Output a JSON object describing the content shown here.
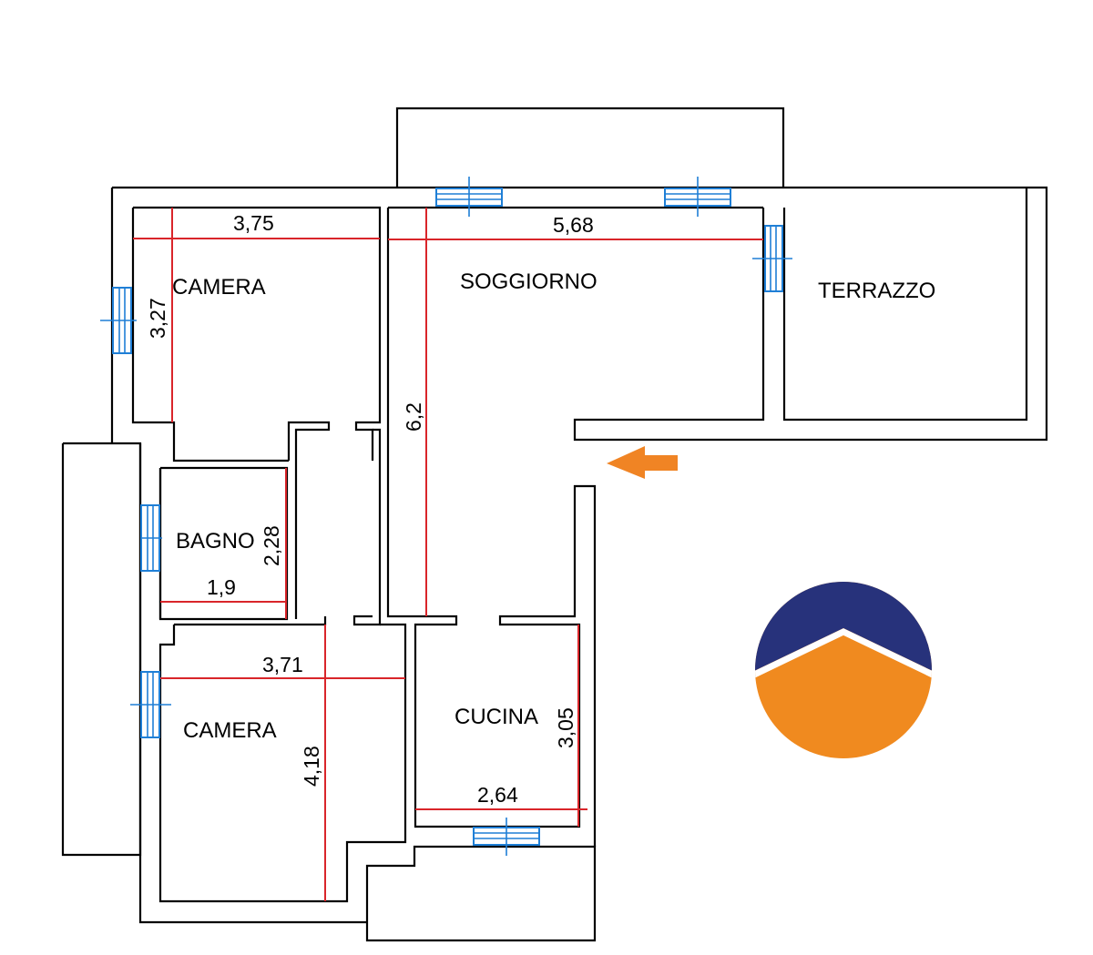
{
  "colors": {
    "walls": "#000000",
    "dimension_lines": "#d9252a",
    "windows": "#1f7fd6",
    "entrance_arrow": "#f08424",
    "logo_top": "#27327b",
    "logo_bottom": "#f08a1f"
  },
  "rooms": {
    "camera_top": "CAMERA",
    "soggiorno": "SOGGIORNO",
    "terrazzo": "TERRAZZO",
    "bagno": "BAGNO",
    "camera_bottom": "CAMERA",
    "cucina": "CUCINA"
  },
  "dimensions": {
    "camera_top_width": "3,75",
    "camera_top_depth": "3,27",
    "soggiorno_width": "5,68",
    "soggiorno_depth": "6,2",
    "bagno_depth": "2,28",
    "bagno_width": "1,9",
    "camera_bottom_width": "3,71",
    "camera_bottom_depth": "4,18",
    "cucina_depth": "3,05",
    "cucina_width": "2,64"
  },
  "icons": {
    "entrance": "arrow-left-icon",
    "logo": "agency-logo"
  }
}
